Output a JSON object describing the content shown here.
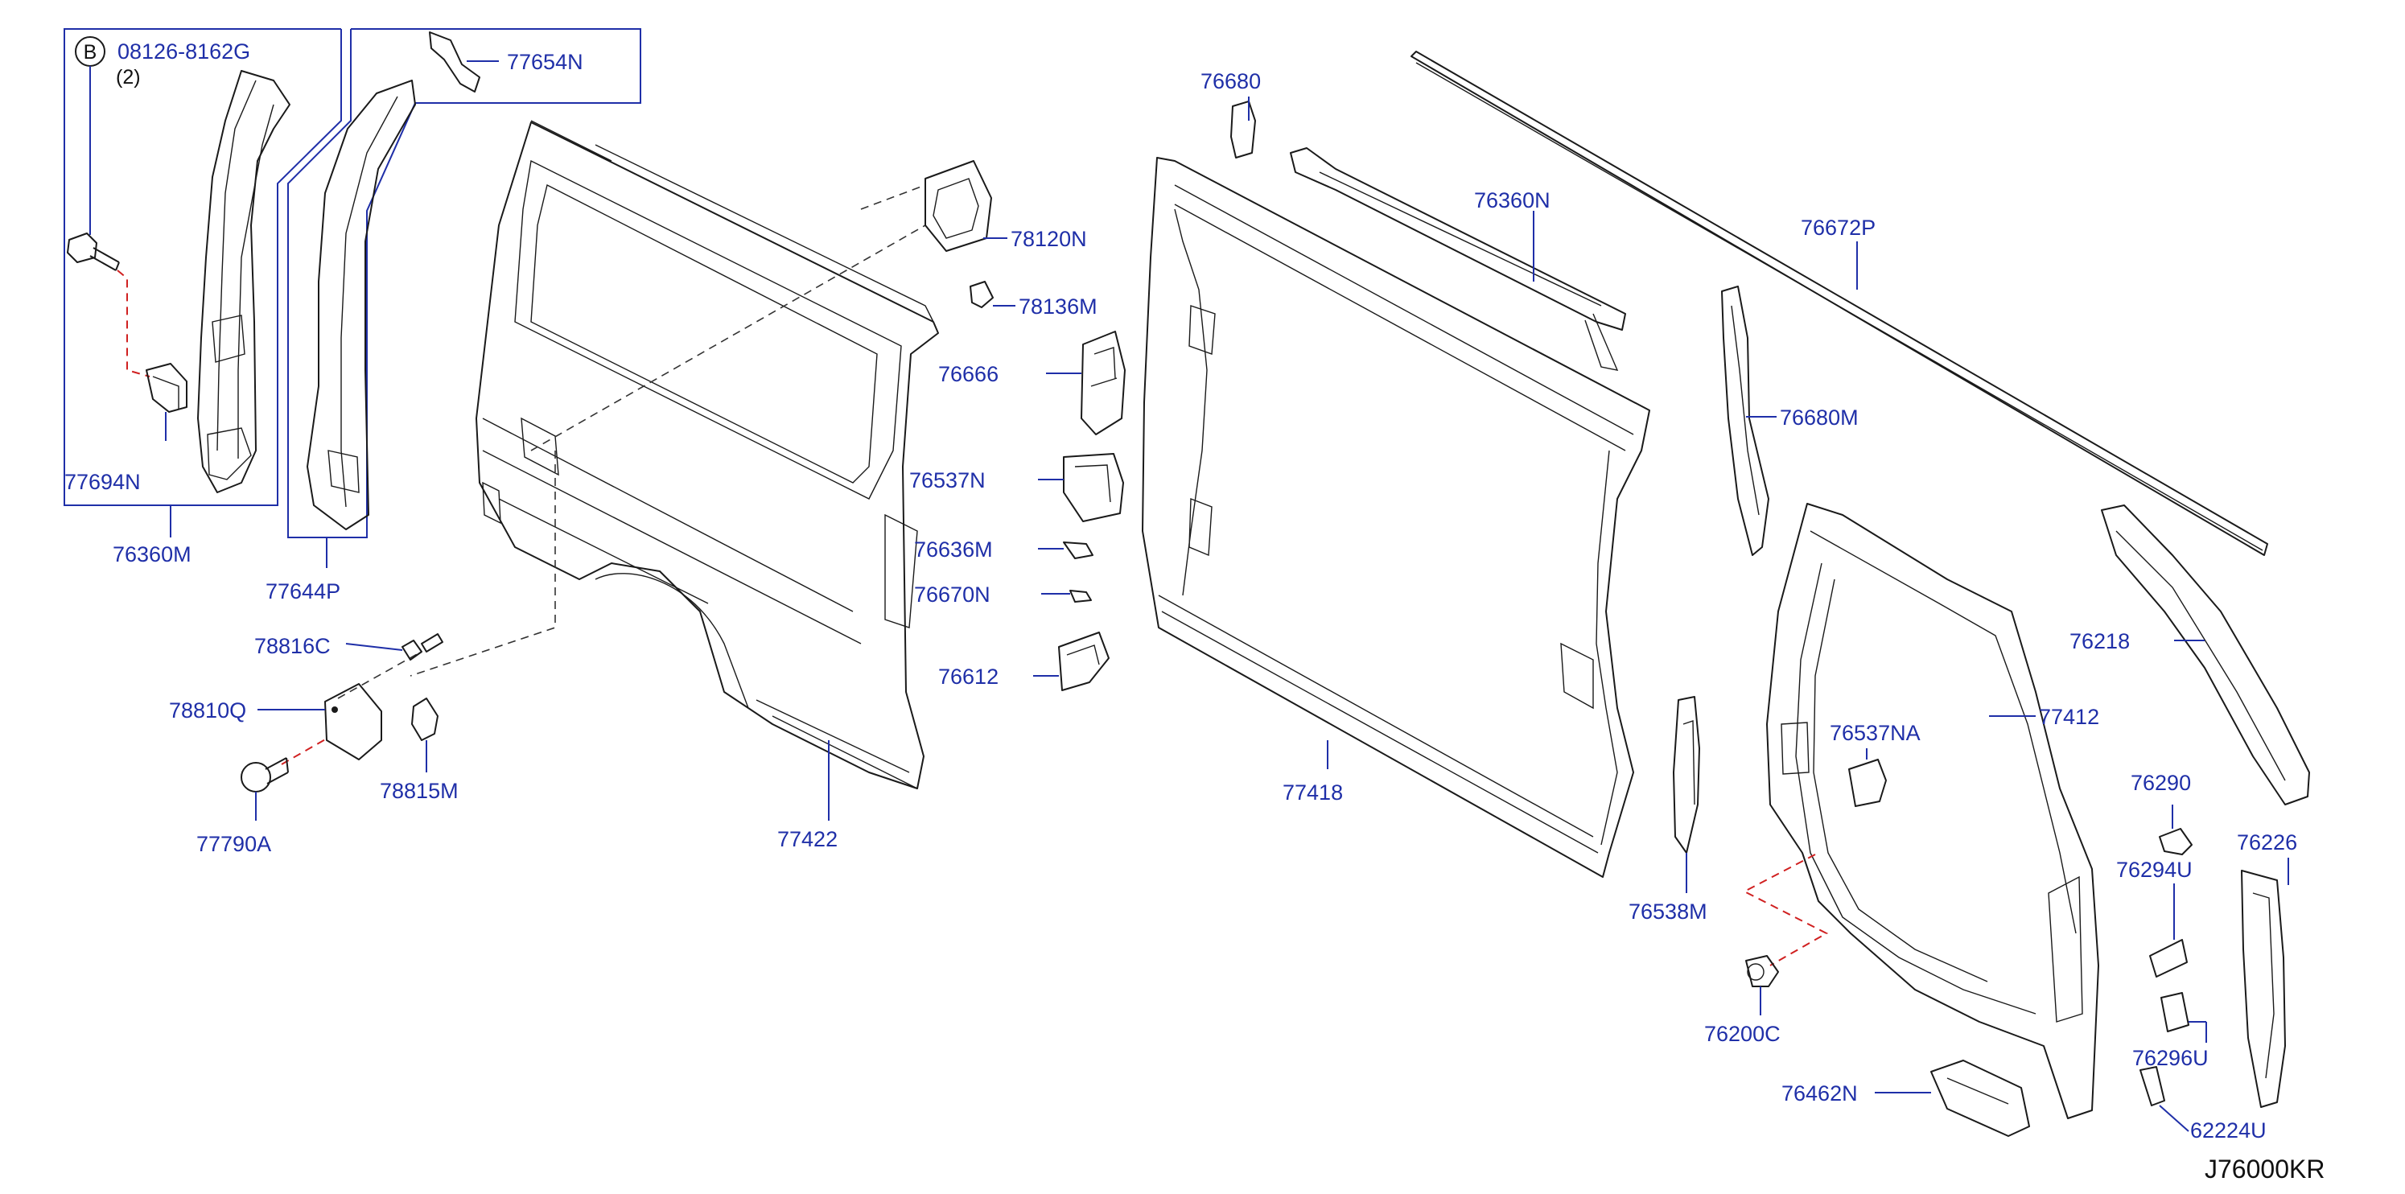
{
  "diagram": {
    "code": "J76000KR",
    "bolt_callout": {
      "symbol": "B",
      "part": "08126-8162G",
      "qty": "(2)"
    },
    "labels": {
      "p77654N": "77654N",
      "p77694N": "77694N",
      "p76360M": "76360M",
      "p77644P": "77644P",
      "p78120N": "78120N",
      "p78136M": "78136M",
      "p76666": "76666",
      "p76537N": "76537N",
      "p76636M": "76636M",
      "p76670N": "76670N",
      "p76612": "76612",
      "p78816C": "78816C",
      "p78810Q": "78810Q",
      "p78815M": "78815M",
      "p77790A": "77790A",
      "p77422": "77422",
      "p76680": "76680",
      "p76360N": "76360N",
      "p77418": "77418",
      "p76672P": "76672P",
      "p76680M": "76680M",
      "p76218": "76218",
      "p77412": "77412",
      "p76537NA": "76537NA",
      "p76538M": "76538M",
      "p76290": "76290",
      "p76226": "76226",
      "p76294U": "76294U",
      "p76200C": "76200C",
      "p76296U": "76296U",
      "p76462N": "76462N",
      "p62224U": "62224U"
    }
  }
}
